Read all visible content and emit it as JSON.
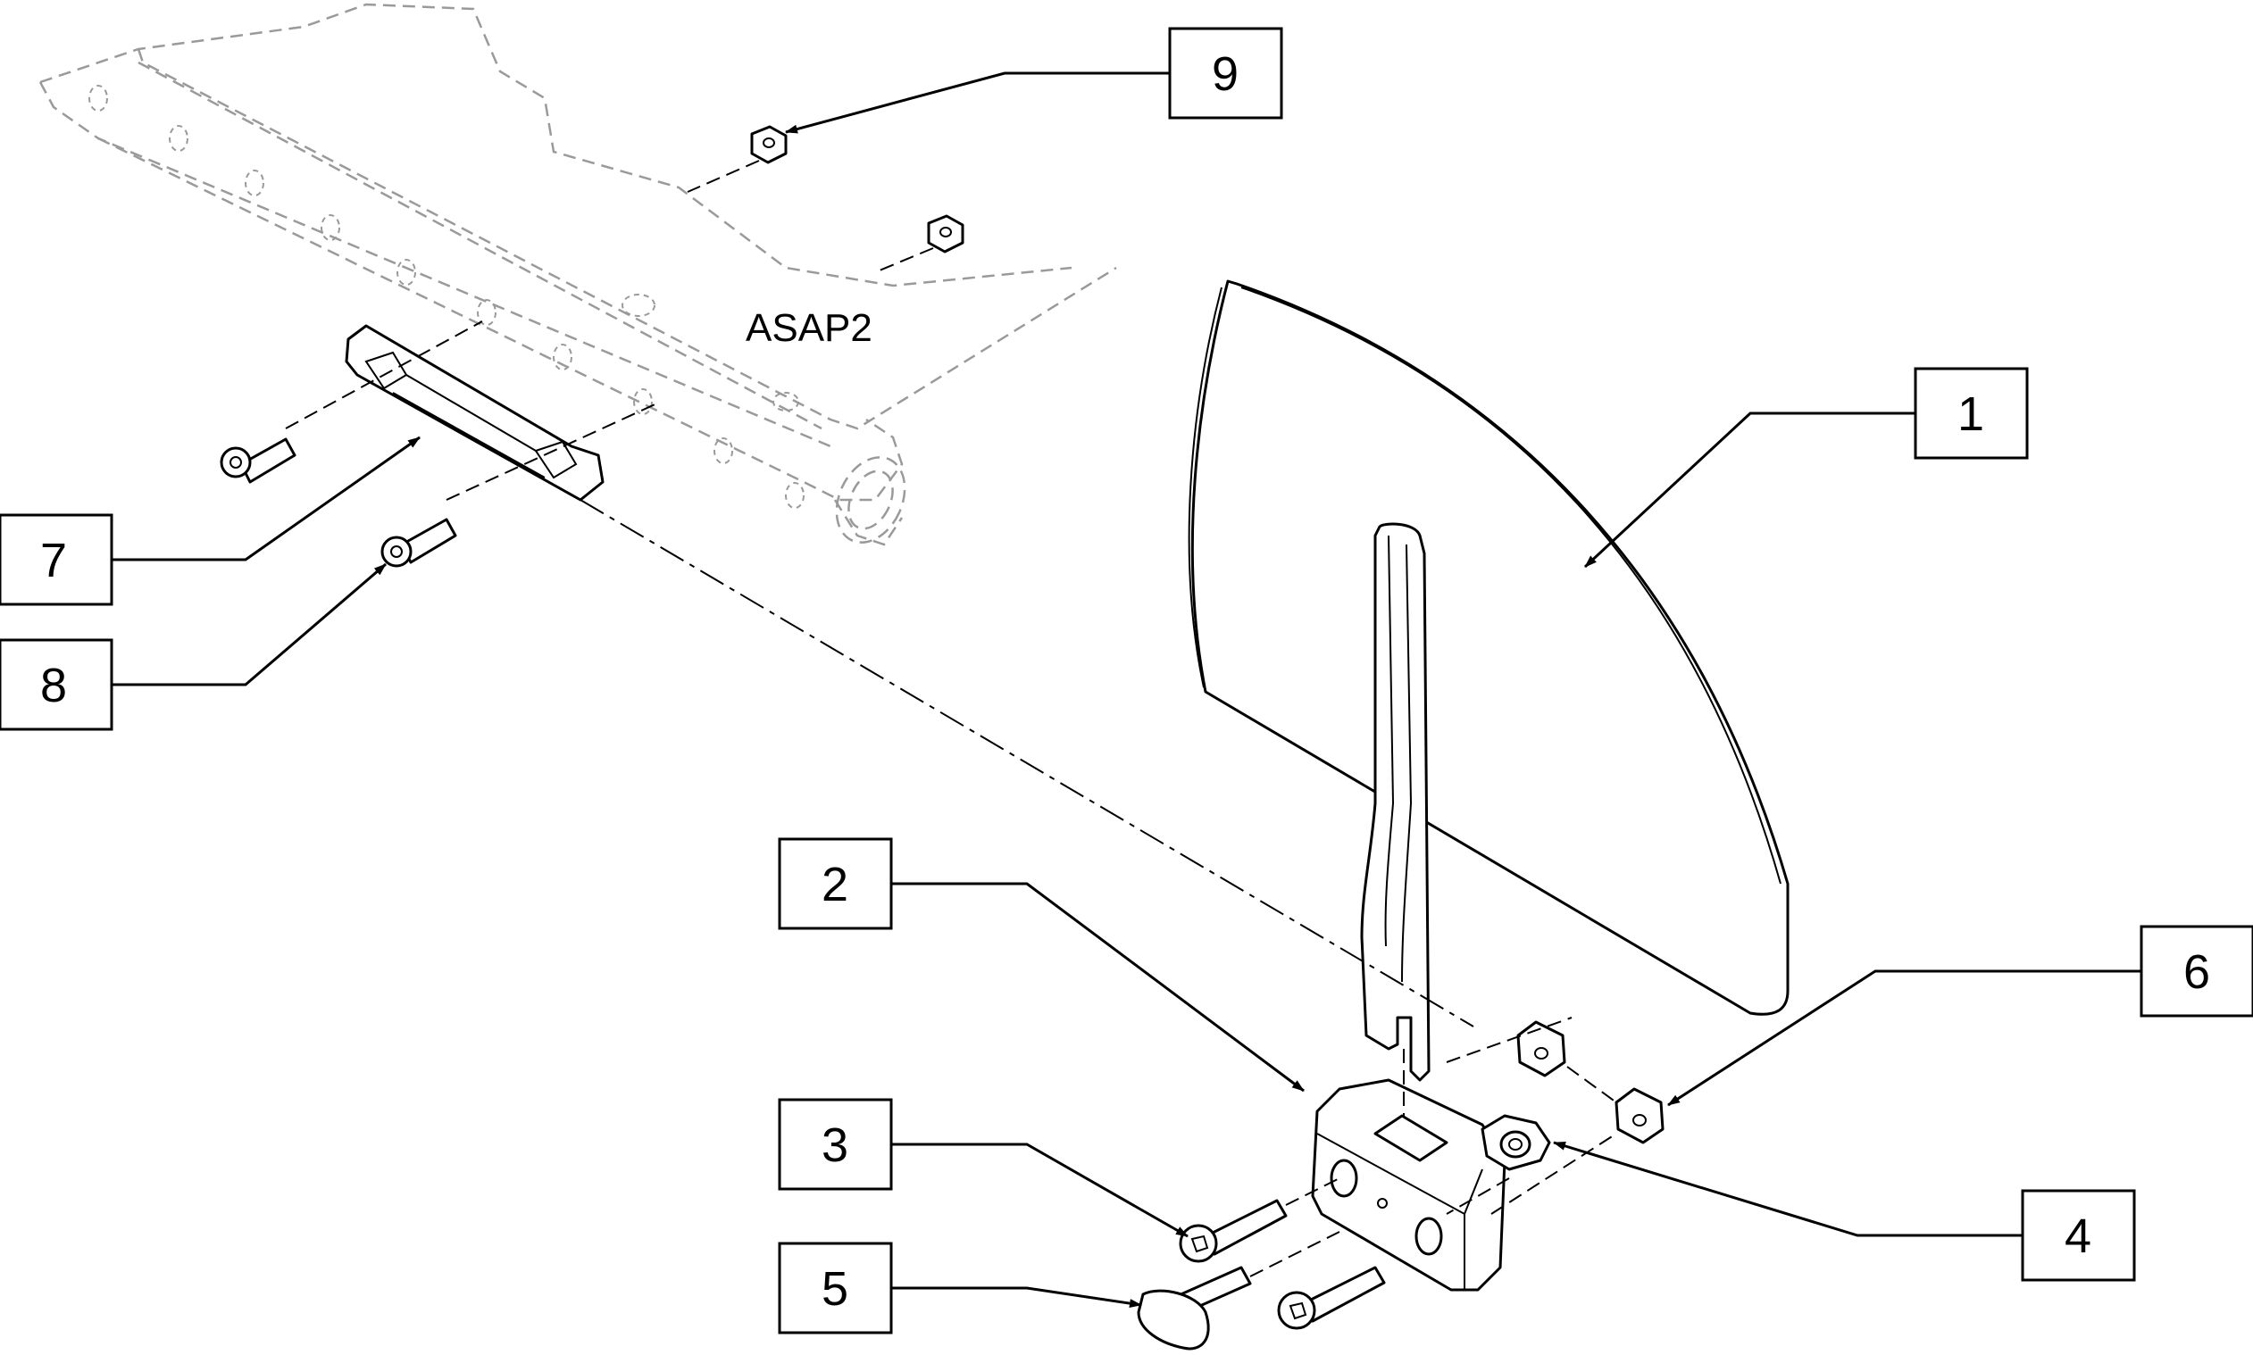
{
  "model_label": "ASAP2",
  "callouts": [
    {
      "id": "1",
      "label": "1"
    },
    {
      "id": "2",
      "label": "2"
    },
    {
      "id": "3",
      "label": "3"
    },
    {
      "id": "4",
      "label": "4"
    },
    {
      "id": "5",
      "label": "5"
    },
    {
      "id": "6",
      "label": "6"
    },
    {
      "id": "7",
      "label": "7"
    },
    {
      "id": "8",
      "label": "8"
    },
    {
      "id": "9",
      "label": "9"
    }
  ],
  "colors": {
    "line": "#000000",
    "ghost": "#9a9a9a",
    "background": "#ffffff"
  }
}
